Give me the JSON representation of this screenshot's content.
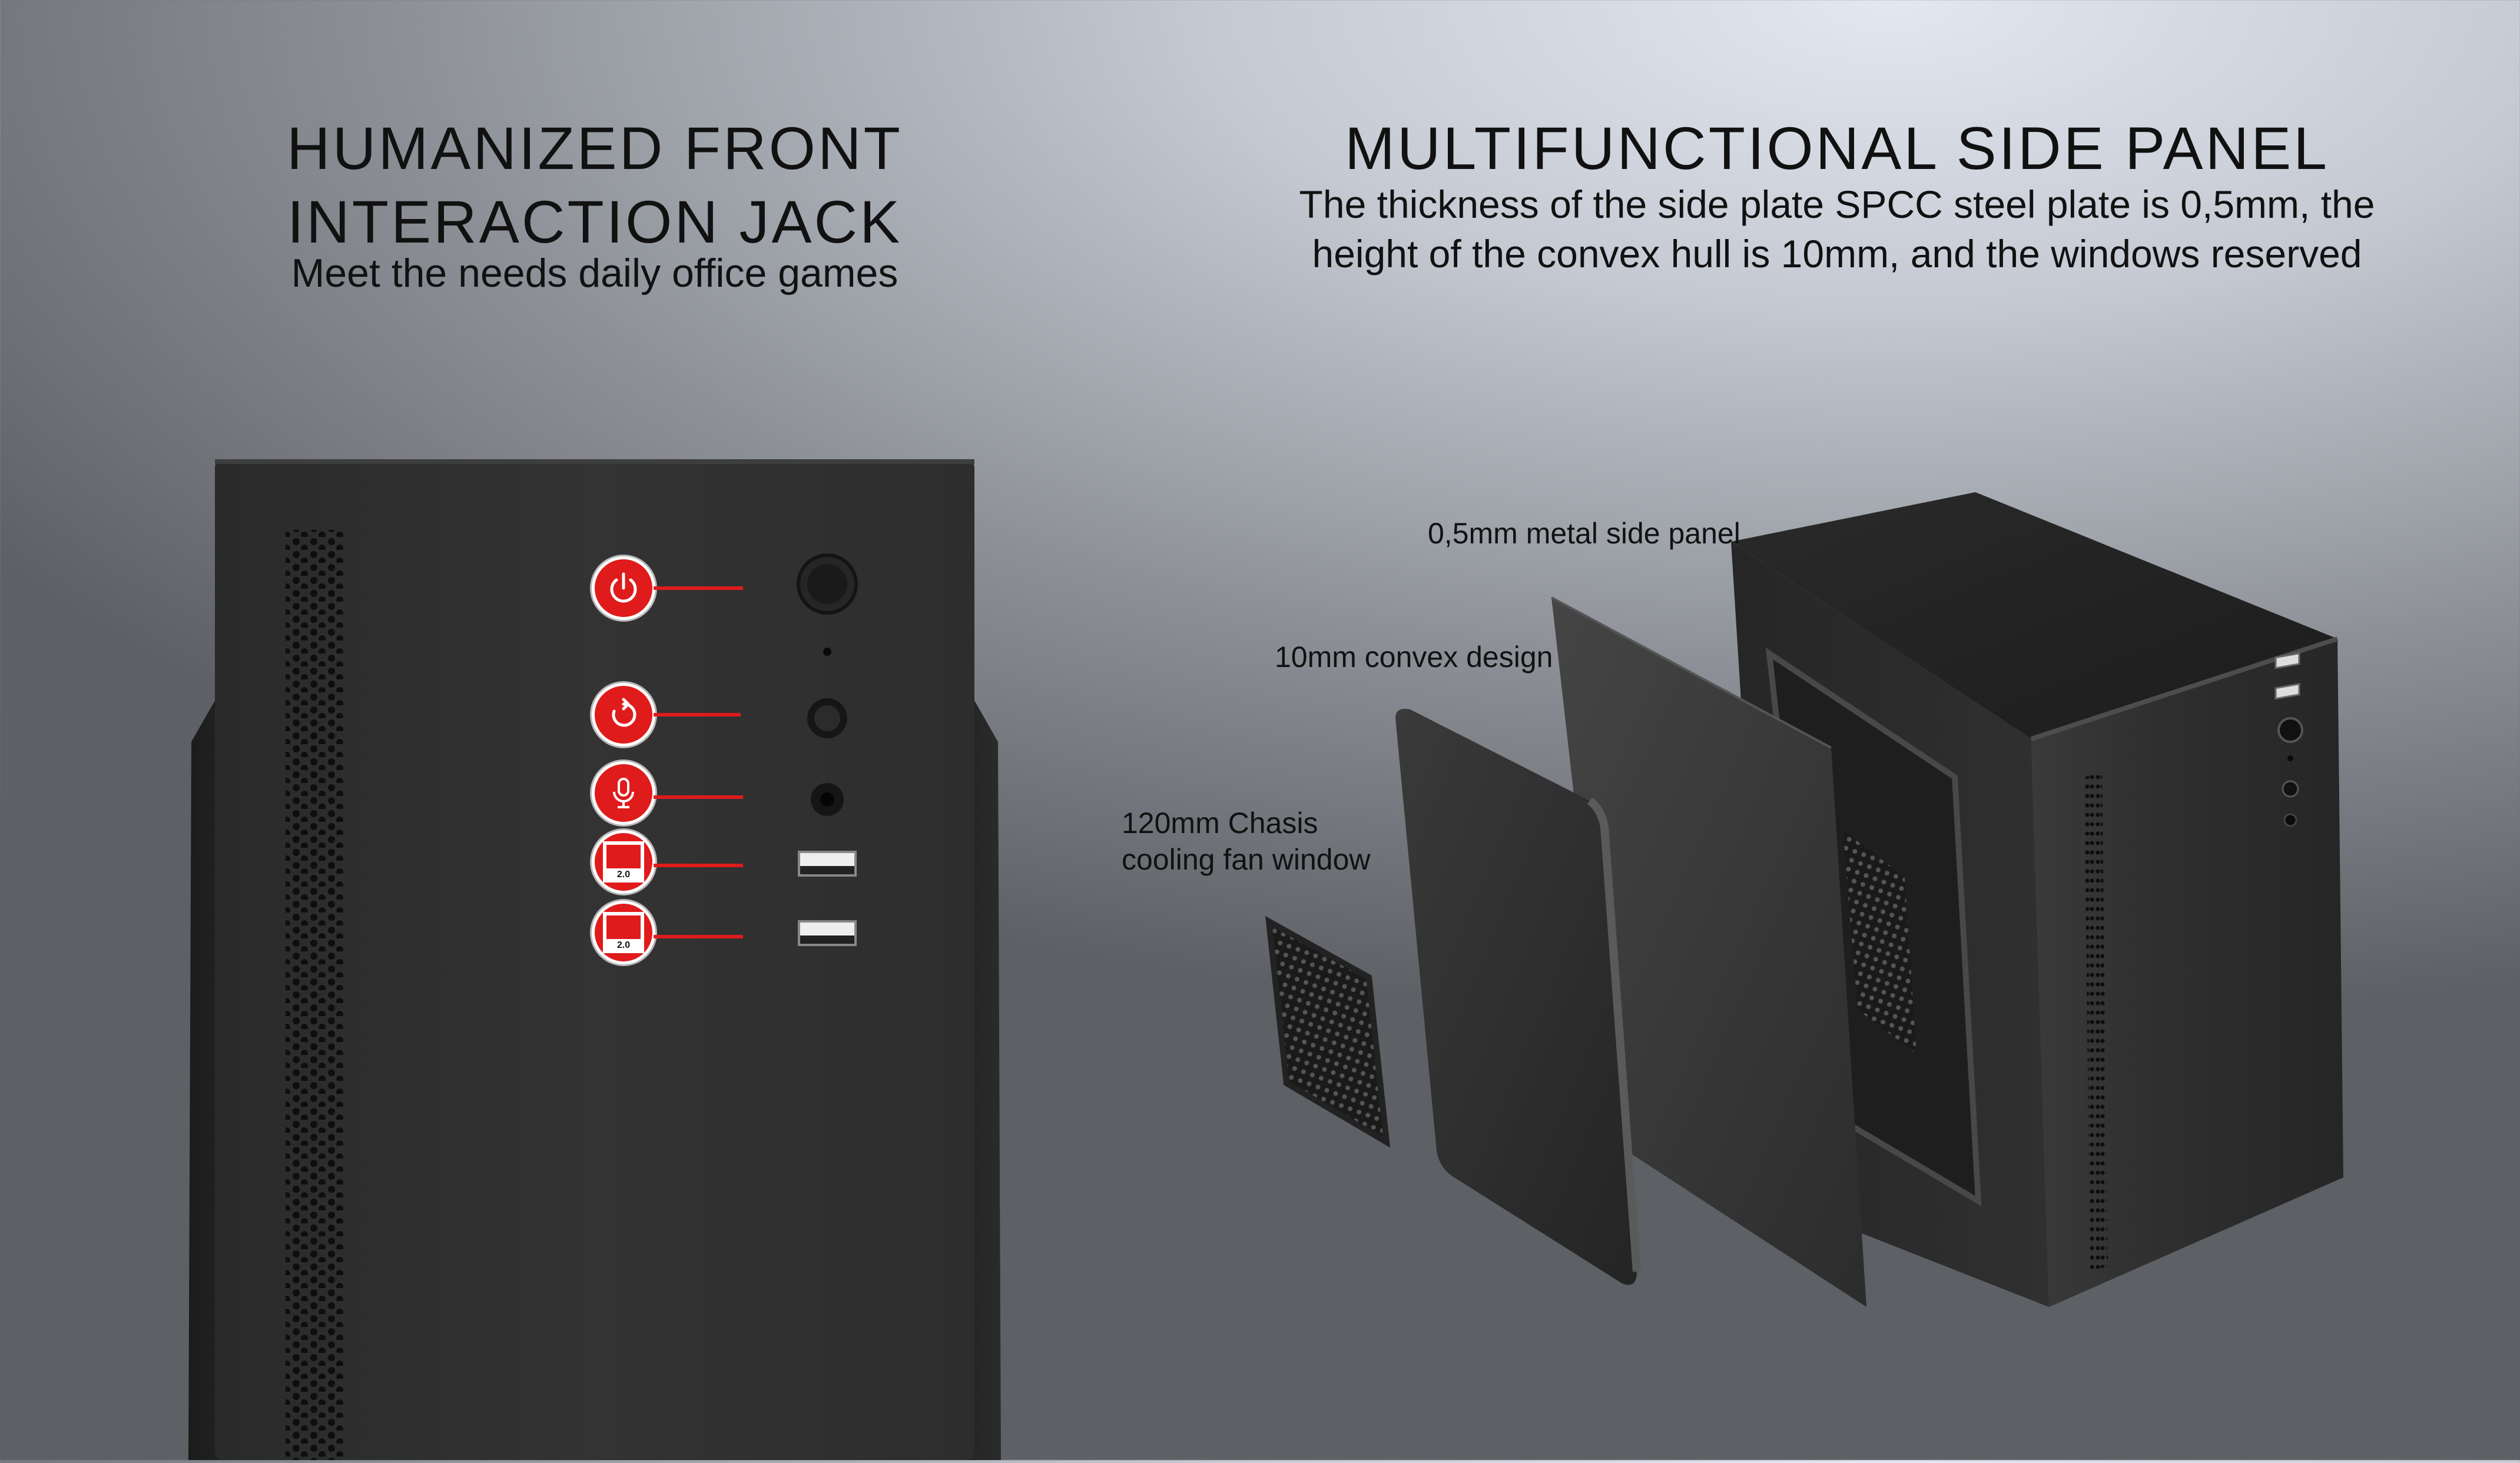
{
  "left": {
    "title_line1": "HUMANIZED FRONT",
    "title_line2": "INTERACTION JACK",
    "subtitle": "Meet the needs daily office games",
    "icons": [
      "power-icon",
      "reset-icon",
      "microphone-icon",
      "usb-2-0-icon",
      "usb-2-0-icon"
    ],
    "usb_label": "2.0"
  },
  "right": {
    "title": "MULTIFUNCTIONAL SIDE PANEL",
    "subtitle_line1": "The thickness of the side plate SPCC steel plate is 0,5mm, the",
    "subtitle_line2": "height of the convex hull is 10mm, and the windows reserved",
    "callouts": {
      "metal_panel": "0,5mm metal side panel",
      "convex": "10mm convex design",
      "fan_line1": "120mm Chasis",
      "fan_line2": "cooling fan window"
    }
  },
  "colors": {
    "accent": "#e01b1b",
    "case": "#2e2e2e",
    "text": "#111111"
  }
}
